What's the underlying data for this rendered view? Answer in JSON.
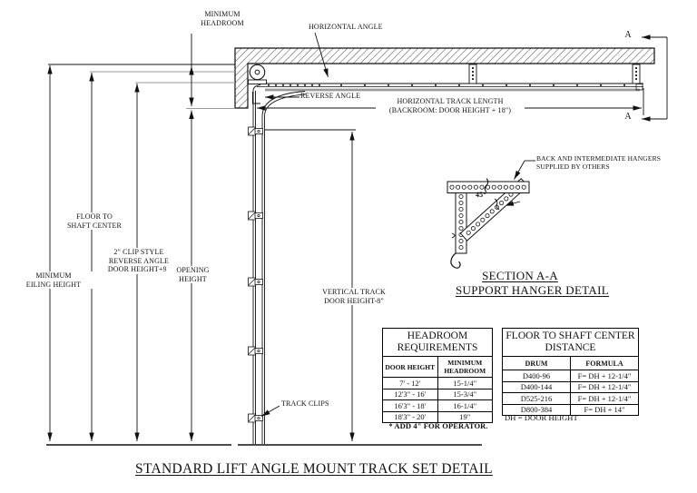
{
  "page_title": "STANDARD LIFT ANGLE MOUNT TRACK SET DETAIL",
  "labels": {
    "min_headroom": "MINIMUM\nHEADROOM",
    "horizontal_angle": "HORIZONTAL ANGLE",
    "reverse_angle": "REVERSE ANGLE",
    "track_length": "HORIZONTAL TRACK LENGTH\n(BACKROOM: DOOR HEIGHT + 18\")",
    "hangers_note": "BACK AND INTERMEDIATE HANGERS\nSUPPLIED BY OTHERS",
    "angle_45": "45°",
    "min_ceiling": "MINIMUM\nEILING HEIGHT",
    "floor_to_shaft": "FLOOR TO\nSHAFT CENTER",
    "clip_style": "2\" CLIP STYLE\nREVERSE ANGLE\nDOOR HEIGHT+9\"",
    "opening_height": "OPENING\nHEIGHT",
    "vertical_track": "VERTICAL TRACK\nDOOR HEIGHT-8\"",
    "track_clips": "TRACK CLIPS",
    "section_marker": "A"
  },
  "section": {
    "title": "SECTION A-A",
    "subtitle": "SUPPORT HANGER DETAIL"
  },
  "tables": {
    "headroom": {
      "title": "HEADROOM REQUIREMENTS",
      "col1": "DOOR HEIGHT",
      "col2": "MINIMUM HEADROOM",
      "rows": [
        [
          "7' - 12'",
          "15-1/4\""
        ],
        [
          "12'3\" - 16'",
          "15-3/4\""
        ],
        [
          "16'3\" - 18'",
          "16-1/4\""
        ],
        [
          "18'3\" - 20'",
          "19\""
        ]
      ],
      "note": "* ADD 4\" FOR OPERATOR."
    },
    "floor_shaft": {
      "title": "FLOOR TO SHAFT CENTER DISTANCE",
      "col1": "DRUM",
      "col2": "FORMULA",
      "rows": [
        [
          "D400-96",
          "F= DH + 12-1/4\""
        ],
        [
          "D400-144",
          "F= DH + 12-1/4\""
        ],
        [
          "D525-216",
          "F= DH + 12-1/4\""
        ],
        [
          "D800-384",
          "F= DH + 14\""
        ]
      ],
      "note": "DH = DOOR HEIGHT"
    }
  },
  "colors": {
    "line": "#111111",
    "gray_ref": "#9a9a9a",
    "background": "#ffffff"
  }
}
